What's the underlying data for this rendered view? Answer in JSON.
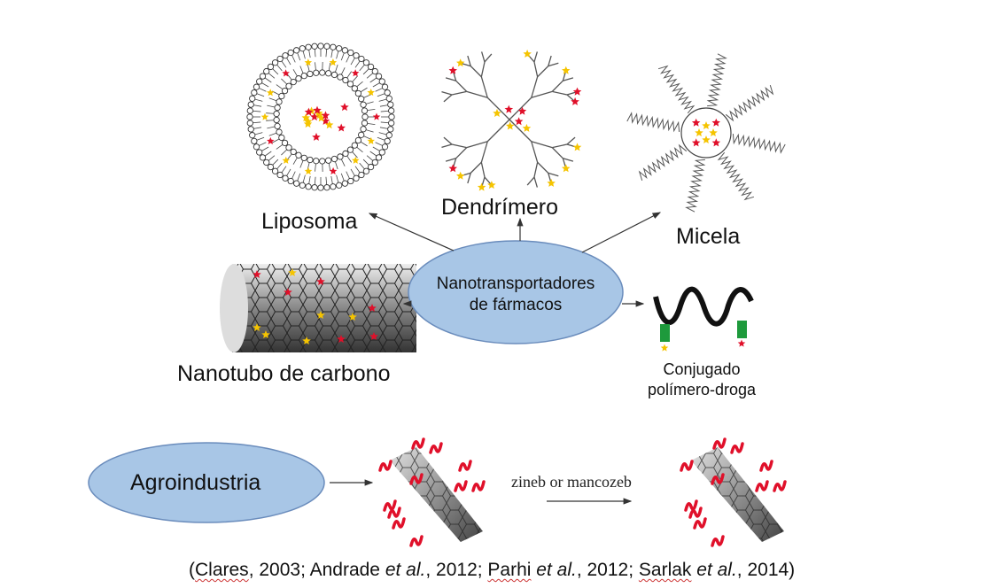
{
  "title_hub": {
    "line1": "Nanotransportadores",
    "line2": "de fármacos"
  },
  "carriers": {
    "liposome": "Liposoma",
    "dendrimer": "Dendrímero",
    "micelle": "Micela",
    "nanotube": "Nanotubo de carbono",
    "conjugate_line1": "Conjugado",
    "conjugate_line2": "polímero-droga"
  },
  "agro": {
    "label": "Agroindustria",
    "reaction": "zineb or mancozeb"
  },
  "citation": {
    "open": "(",
    "a1": "Clares",
    "a1_rest": ", 2003; Andrade ",
    "etal": "et al.",
    "a2_rest": ", 2012; ",
    "a3": "Parhi",
    "a3_sp": " ",
    "a3_rest": ", 2012; ",
    "a4": "Sarlak",
    "a4_sp": " ",
    "a4_rest": ", 2014)"
  },
  "colors": {
    "ellipse_fill": "#a8c6e6",
    "ellipse_stroke": "#6a8cbc",
    "star_red": "#e0102a",
    "star_yellow": "#f5c400",
    "green": "#1e9a3c"
  }
}
